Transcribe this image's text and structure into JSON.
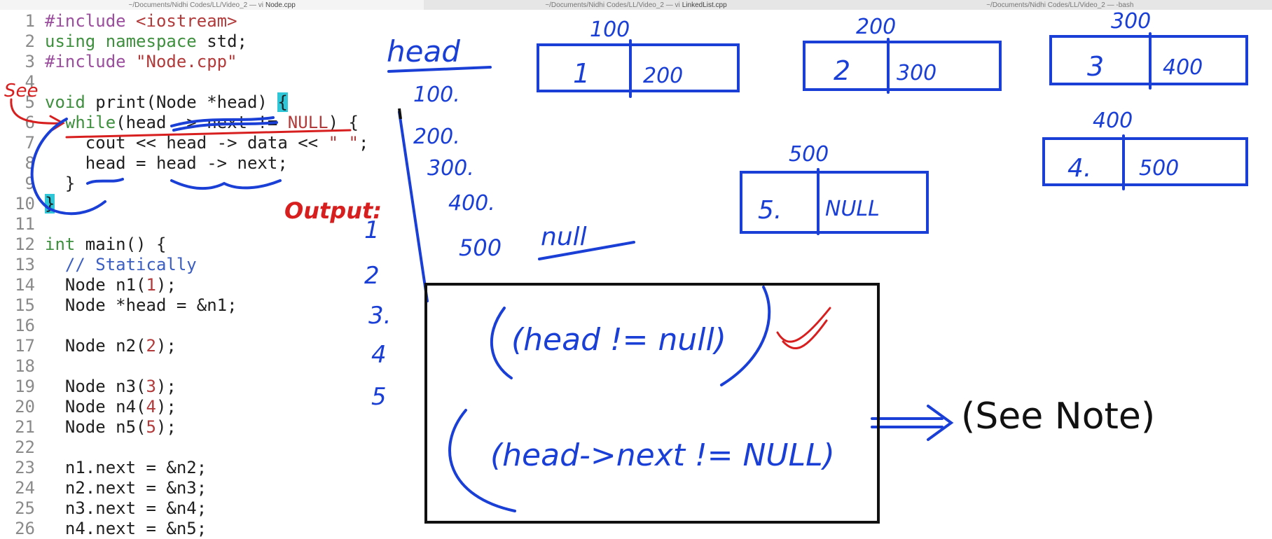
{
  "tabs": [
    {
      "path": "~/Documents/Nidhi Codes/LL/Video_2 — vi",
      "file": "Node.cpp"
    },
    {
      "path": "~/Documents/Nidhi Codes/LL/Video_2 — vi",
      "file": "LinkedList.cpp"
    },
    {
      "path": "~/Documents/Nidhi Codes/LL/Video_2 — -bash",
      "file": ""
    }
  ],
  "code": {
    "line_numbers": [
      "1",
      "2",
      "3",
      "4",
      "5",
      "6",
      "7",
      "8",
      "9",
      "10",
      "11",
      "12",
      "13",
      "14",
      "15",
      "16",
      "17",
      "18",
      "19",
      "20",
      "21",
      "22",
      "23",
      "24",
      "25",
      "26"
    ],
    "l1_kw": "#include",
    "l1_rest": " <iostream>",
    "l2_kw1": "using",
    "l2_kw2": "namespace",
    "l2_rest": " std;",
    "l3_kw": "#include",
    "l3_str": " \"Node.cpp\"",
    "l5_kw": "void",
    "l5_rest": " print(Node *head) ",
    "l5_brace": "{",
    "l6_kw": "while",
    "l6_a": "(head -> next != ",
    "l6_null": "NULL",
    "l6_b": ") {",
    "l7_a": "    cout << head -> data << ",
    "l7_str": "\" \"",
    "l7_b": ";",
    "l8": "    head = head -> next;",
    "l9": "  }",
    "l10_brace": "}",
    "l12_kw": "int",
    "l12_rest": " main() {",
    "l13_comment": "  // Statically",
    "l14_a": "  Node n1(",
    "l14_num": "1",
    "l14_b": ");",
    "l15": "  Node *head = &n1;",
    "l17_a": "  Node n2(",
    "l17_num": "2",
    "l17_b": ");",
    "l19_a": "  Node n3(",
    "l19_num": "3",
    "l19_b": ");",
    "l20_a": "  Node n4(",
    "l20_num": "4",
    "l20_b": ");",
    "l21_a": "  Node n5(",
    "l21_num": "5",
    "l21_b": ");",
    "l23": "  n1.next = &n2;",
    "l24": "  n2.next = &n3;",
    "l25": "  n3.next = &n4;",
    "l26": "  n4.next = &n5;"
  },
  "annotations": {
    "see": "See",
    "output_label": "Output:",
    "output_values": [
      "1",
      "2",
      "3.",
      "4",
      "5"
    ],
    "head_label": "head",
    "head_addresses": [
      "100.",
      "200.",
      "300.",
      "400.",
      "500"
    ],
    "null_word": "null",
    "cond_1": "(head != null)",
    "cond_2": "(head->next != NULL)",
    "see_note": "(See Note)",
    "colors": {
      "blue": "#1a3fd6",
      "red": "#d81f1f",
      "black": "#111111"
    }
  },
  "nodes": [
    {
      "address": "100",
      "data": "1",
      "next": "200"
    },
    {
      "address": "200",
      "data": "2",
      "next": "300"
    },
    {
      "address": "300",
      "data": "3",
      "next": "400"
    },
    {
      "address": "400",
      "data": "4.",
      "next": "500"
    },
    {
      "address": "500",
      "data": "5.",
      "next": "NULL"
    }
  ]
}
